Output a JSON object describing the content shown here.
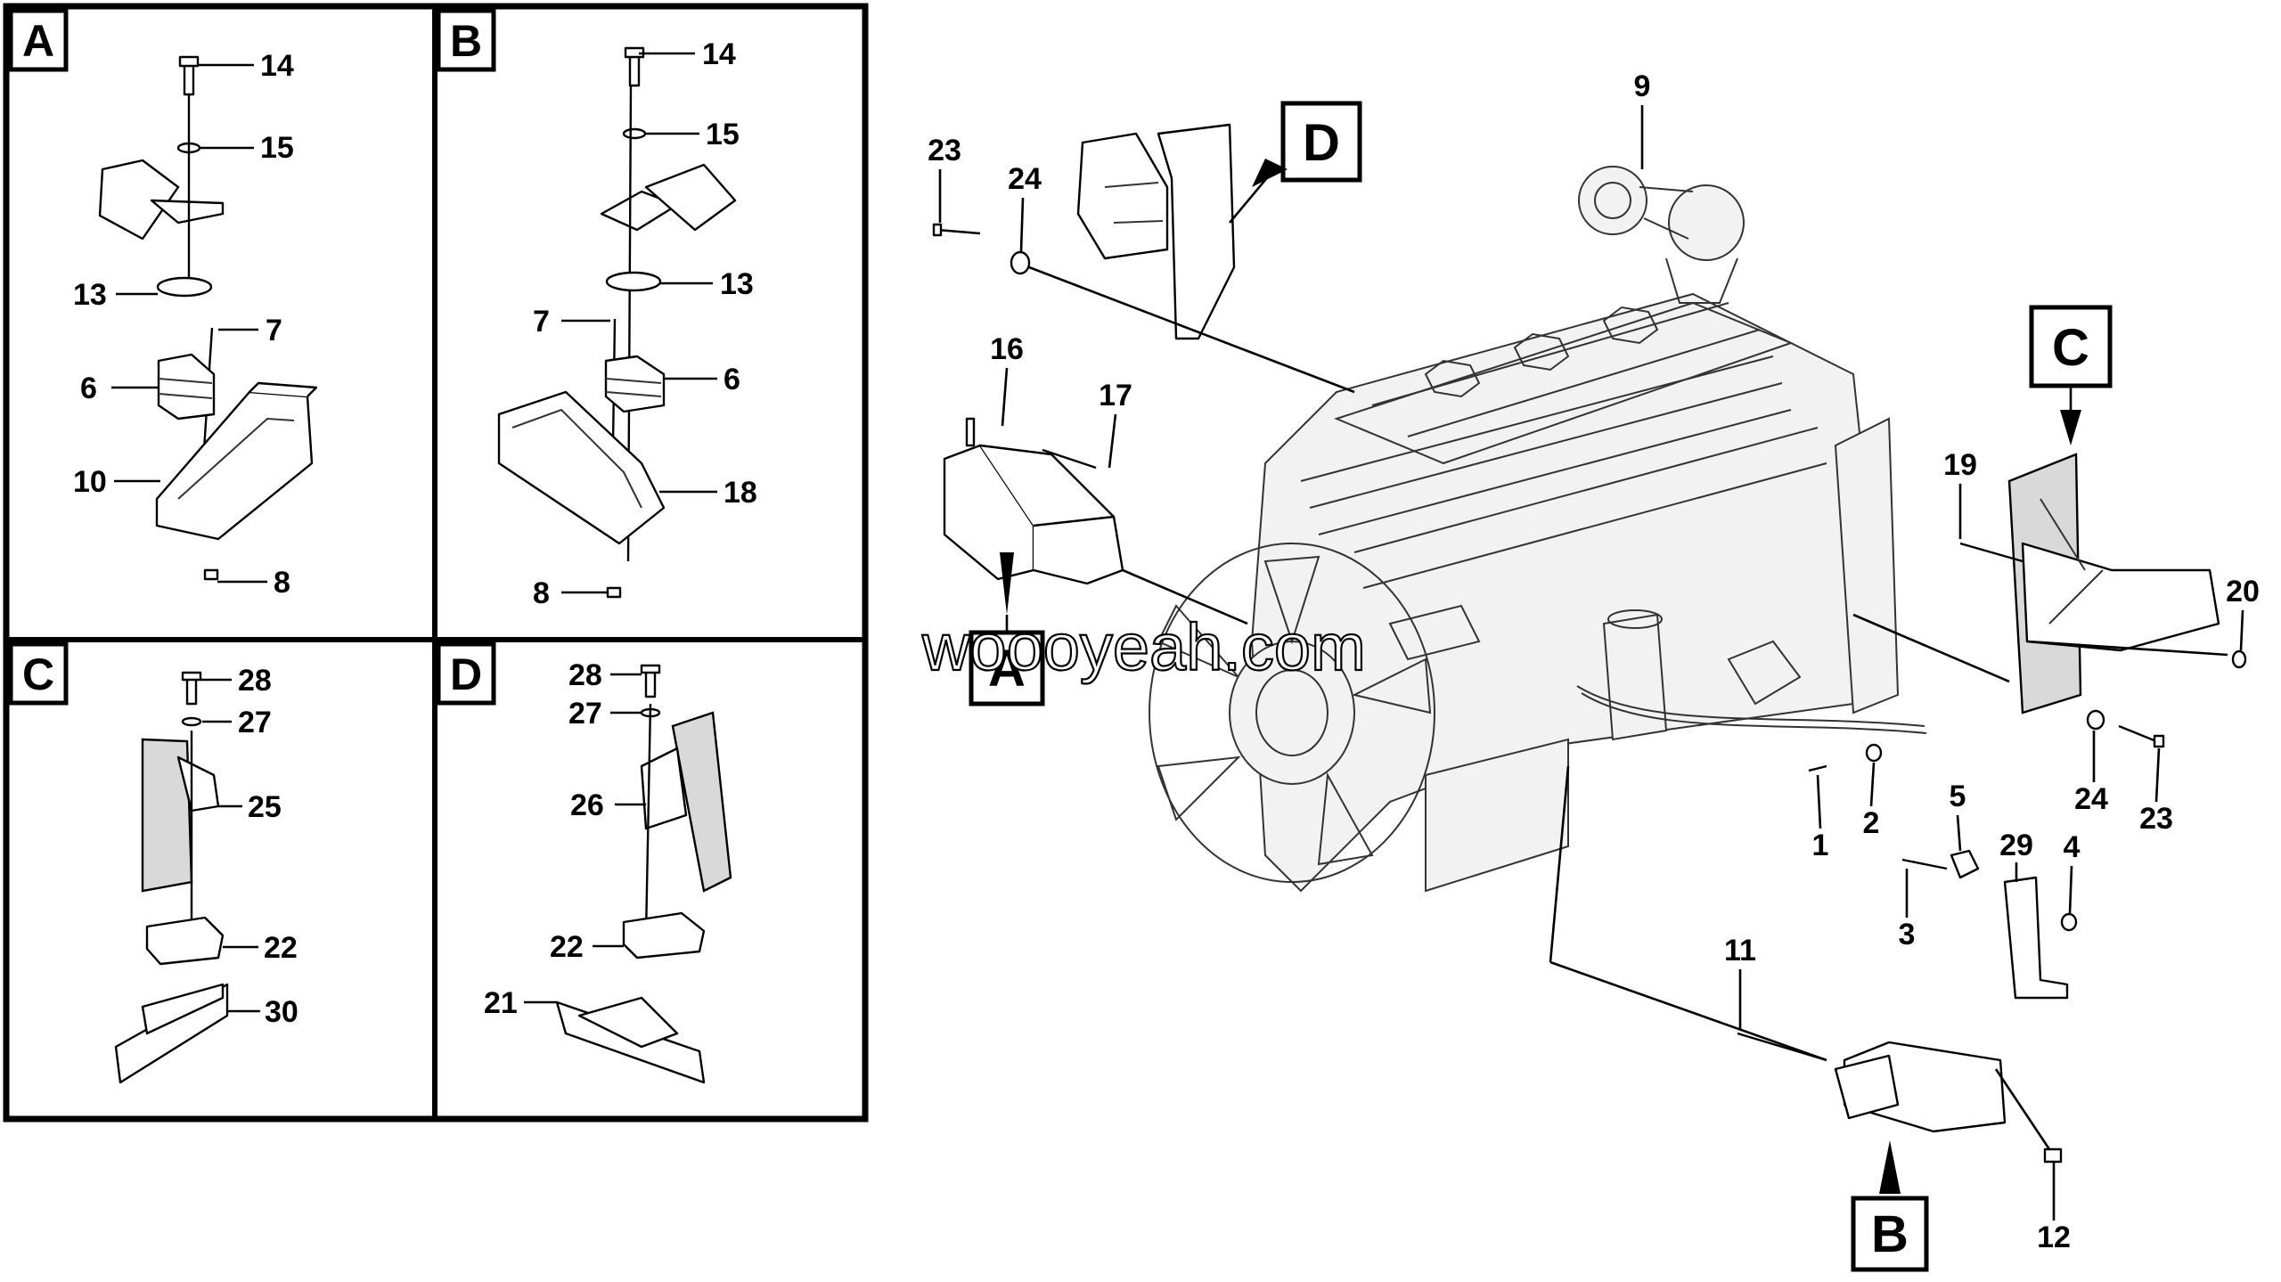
{
  "colors": {
    "ink": "#000000",
    "paper": "#ffffff",
    "part_shade": "#d9d9d9"
  },
  "watermark": "woooyeah.com",
  "panels": [
    {
      "letter": "A",
      "labels": [
        "14",
        "15",
        "13",
        "7",
        "6",
        "10",
        "8"
      ]
    },
    {
      "letter": "B",
      "labels": [
        "14",
        "15",
        "13",
        "7",
        "6",
        "18",
        "8"
      ]
    },
    {
      "letter": "C",
      "labels": [
        "28",
        "27",
        "25",
        "22",
        "30"
      ]
    },
    {
      "letter": "D",
      "labels": [
        "28",
        "27",
        "26",
        "22",
        "21"
      ]
    }
  ],
  "main": {
    "callouts": [
      "D",
      "A",
      "C",
      "B"
    ],
    "labels": [
      "9",
      "23",
      "24",
      "16",
      "17",
      "19",
      "20",
      "24",
      "23",
      "1",
      "2",
      "5",
      "29",
      "4",
      "3",
      "11",
      "12"
    ]
  }
}
